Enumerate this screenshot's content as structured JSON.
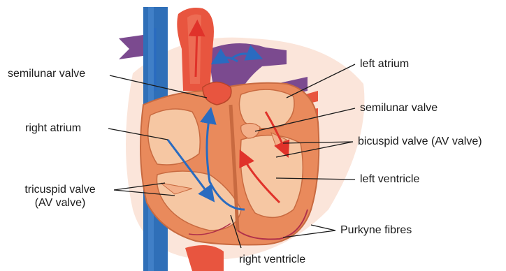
{
  "labels": {
    "semilunar_valve_left": "semilunar valve",
    "right_atrium": "right atrium",
    "tricuspid_valve_line1": "tricuspid valve",
    "tricuspid_valve_line2": "(AV valve)",
    "left_atrium": "left atrium",
    "semilunar_valve_right": "semilunar valve",
    "bicuspid_valve": "bicuspid valve (AV valve)",
    "left_ventricle": "left ventricle",
    "purkyne_fibres": "Purkyne fibres",
    "right_ventricle": "right ventricle"
  },
  "colors": {
    "deoxygenated_vessel": "#2f6fb8",
    "oxygenated_vessel": "#e8553f",
    "pulmonary_vessel": "#7b4a8f",
    "heart_muscle": "#e98a5c",
    "chamber_fill": "#f6c7a3",
    "background_halo": "#f9dccd",
    "blood_flow_blue": "#2a6bc0",
    "blood_flow_red": "#e0322a"
  }
}
